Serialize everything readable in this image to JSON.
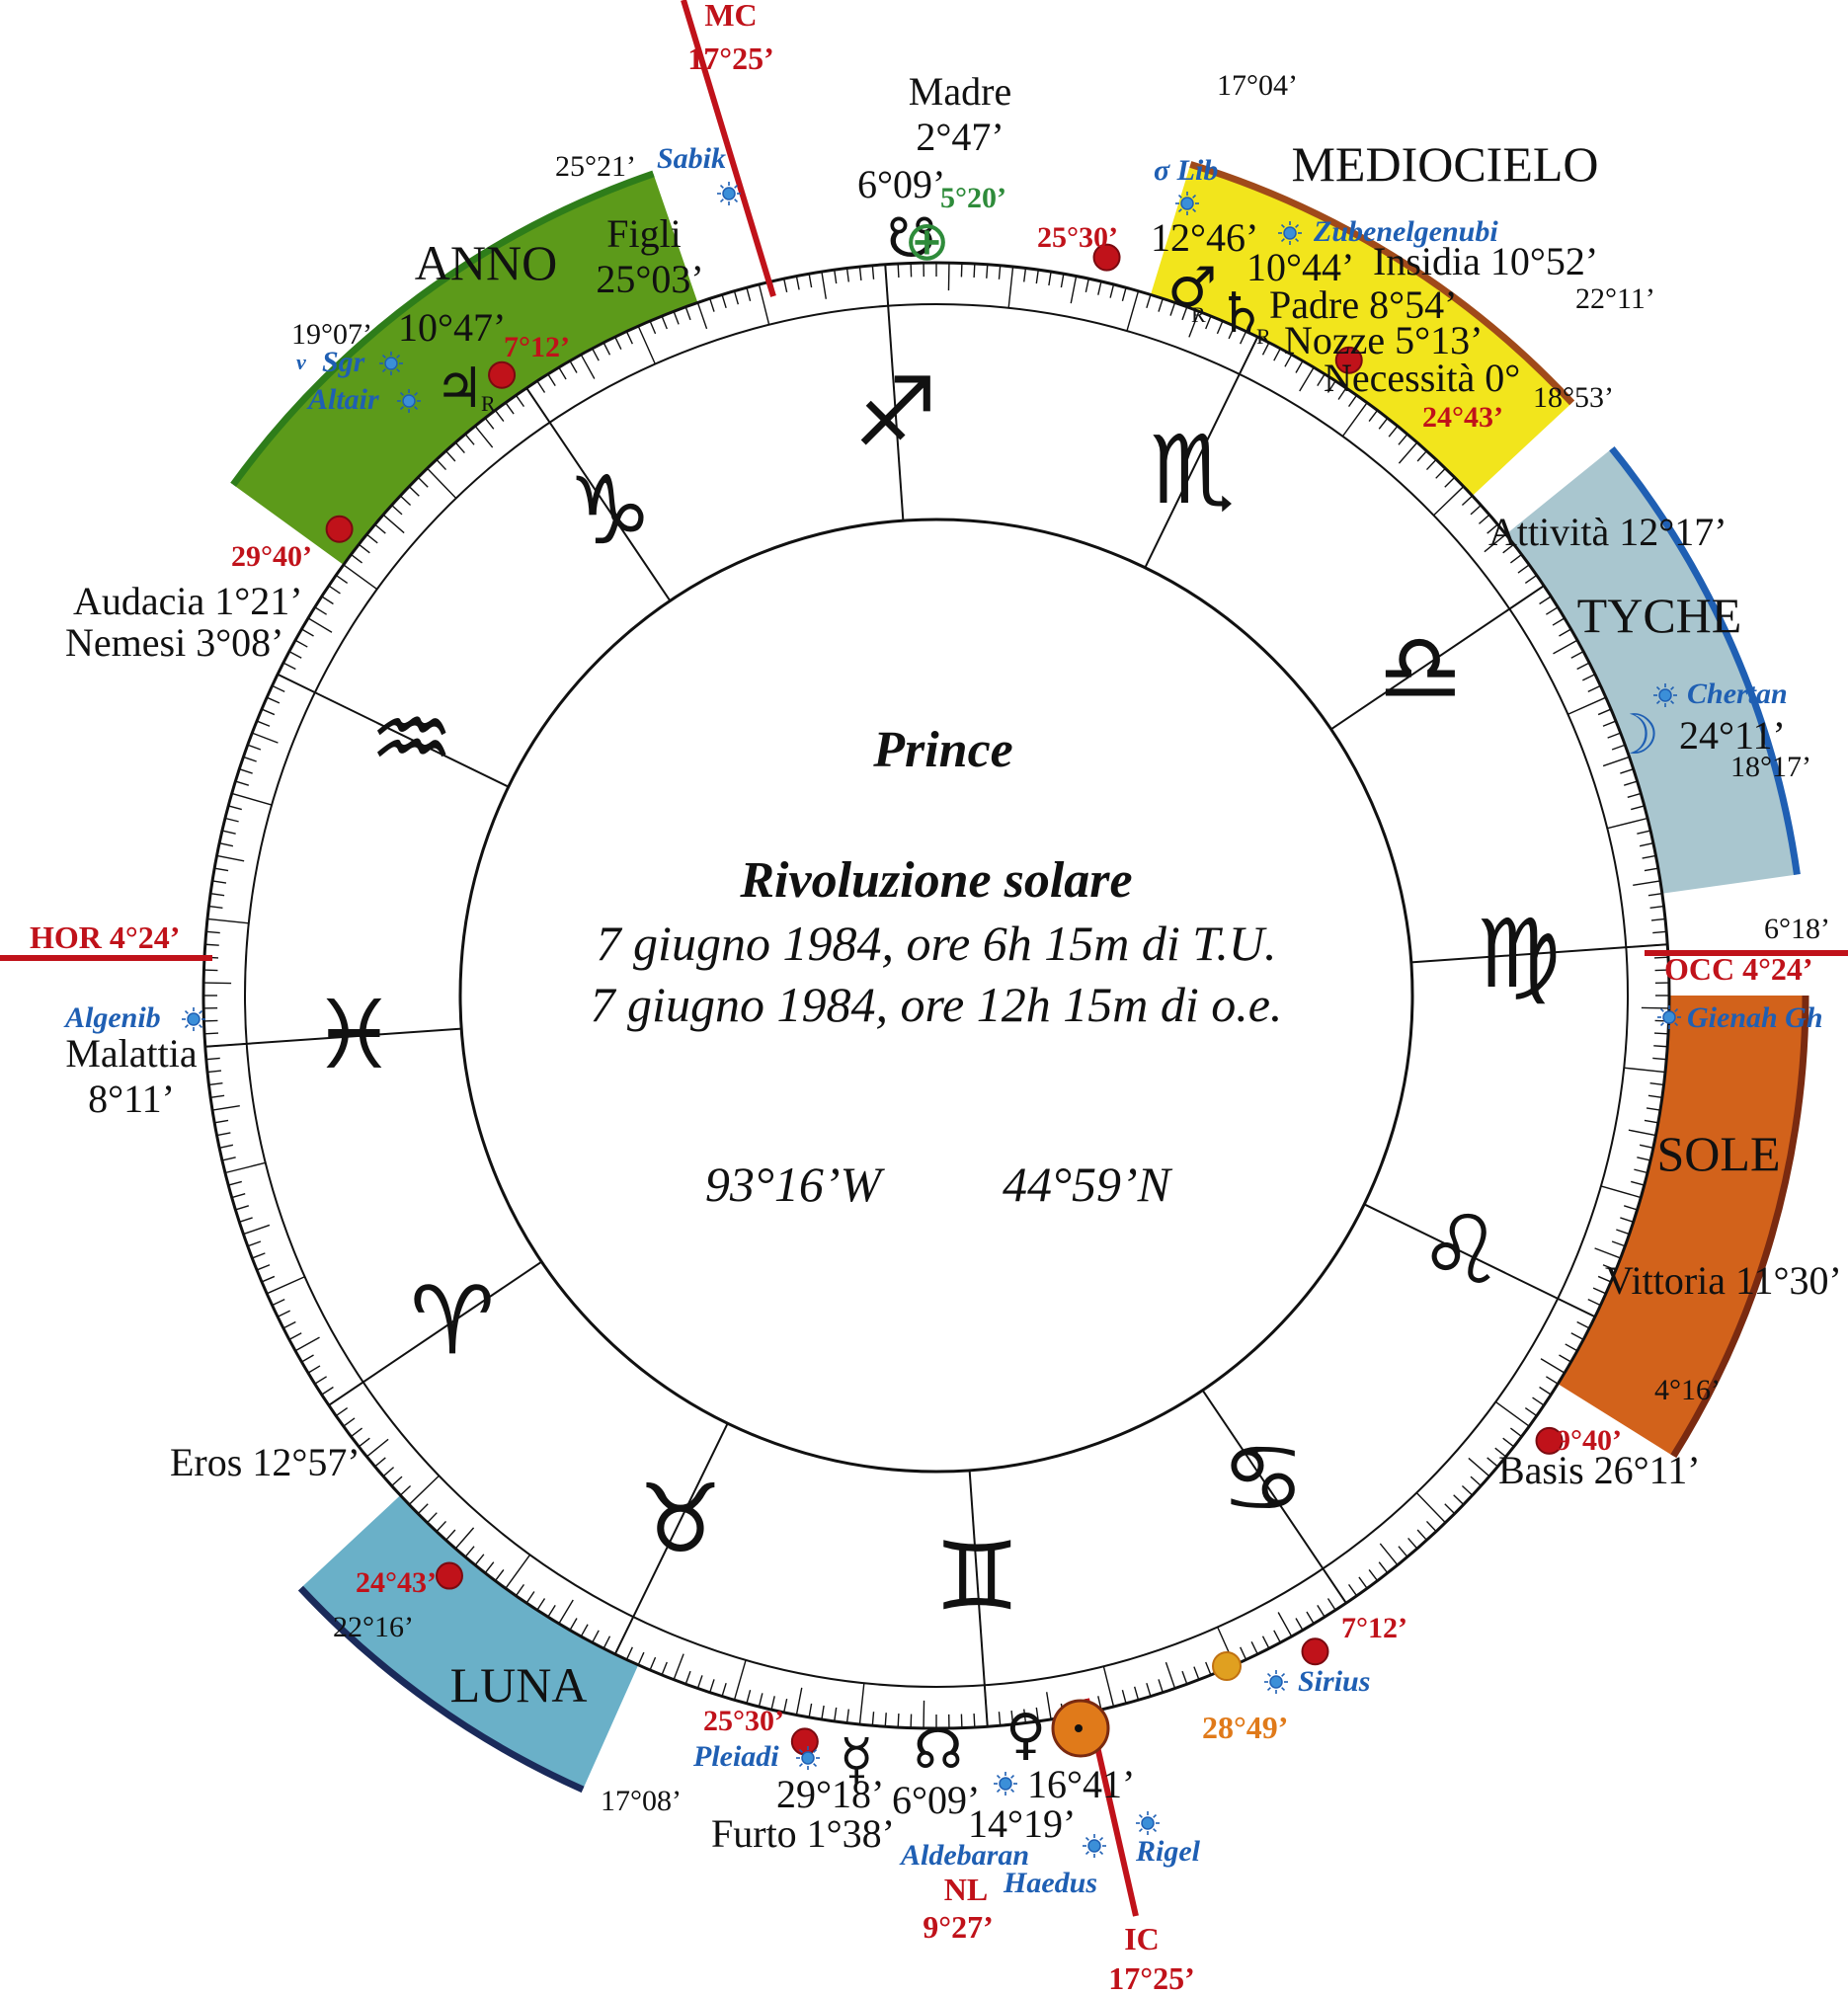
{
  "center": {
    "name": "Prince",
    "chart_type": "Rivoluzione solare",
    "date_ut": "7 giugno 1984, ore 6h 15m di T.U.",
    "date_local": "7 giugno 1984, ore 12h 15m di o.e.",
    "longitude": "93°16’W",
    "latitude": "44°59’N"
  },
  "axes": {
    "mc": {
      "label": "MC",
      "degree": "17°25’"
    },
    "ic": {
      "label": "IC",
      "degree": "17°25’"
    },
    "hor": {
      "label": "HOR 4°24’"
    },
    "occ": {
      "label": "OCC 4°24’"
    }
  },
  "sectors": {
    "anno": {
      "name": "ANNO",
      "color": "#5c9a1a",
      "edge": "#2e7d1a",
      "deg_start": "19°07’",
      "deg_end": "25°21’"
    },
    "mediocielo": {
      "name": "MEDIOCIELO",
      "color": "#f2e51c",
      "edge": "#a04a1a",
      "deg_start": "17°04’",
      "deg_end": "22°11’"
    },
    "tyche": {
      "name": "TYCHE",
      "color": "#a9c6cf",
      "edge": "#1f5fb3",
      "deg_start": "18°53’",
      "deg_end": "18°17’"
    },
    "sole": {
      "name": "SOLE",
      "color": "#d2621b",
      "edge": "#7a2a10",
      "deg_start": "6°18’",
      "deg_end": "4°16’"
    },
    "luna": {
      "name": "LUNA",
      "color": "#6ab0c8",
      "edge": "#1a2a5a",
      "deg_start": "22°16’",
      "deg_end": "17°08’"
    }
  },
  "zodiac": [
    {
      "name": "sagittarius",
      "glyph": "♐"
    },
    {
      "name": "scorpio",
      "glyph": "♏"
    },
    {
      "name": "libra",
      "glyph": "♎"
    },
    {
      "name": "virgo",
      "glyph": "♍"
    },
    {
      "name": "leo",
      "glyph": "♌"
    },
    {
      "name": "cancer",
      "glyph": "♋"
    },
    {
      "name": "gemini",
      "glyph": "♊"
    },
    {
      "name": "taurus",
      "glyph": "♉"
    },
    {
      "name": "aries",
      "glyph": "♈"
    },
    {
      "name": "pisces",
      "glyph": "♓"
    },
    {
      "name": "aquarius",
      "glyph": "♒"
    },
    {
      "name": "capricorn",
      "glyph": "♑"
    }
  ],
  "red_markers": {
    "m1": "25°30’",
    "m2": "24°43’",
    "m3": "7°12’",
    "m4": "29°40’",
    "m5": "29°40’",
    "m6": "7°12’",
    "m7": "24°43’",
    "m8": "25°30’"
  },
  "lots": {
    "madre": "Madre",
    "madre_deg": "2°47’",
    "figli": "Figli",
    "figli_deg": "25°03’",
    "insidia": "Insidia 10°52’",
    "padre": "Padre 8°54’",
    "nozze": "Nozze 5°13’",
    "necessita": "Necessità 0°",
    "attivita": "Attività 12°17’",
    "audacia": "Audacia 1°21’",
    "nemesi": "Nemesi 3°08’",
    "malattia": "Malattia",
    "malattia_deg": "8°11’",
    "vittoria": "Vittoria 11°30’",
    "basis": "Basis 26°11’",
    "eros": "Eros 12°57’",
    "furto": "Furto 1°38’"
  },
  "planets": {
    "node_top": {
      "glyph": "☋",
      "deg": "6°09’"
    },
    "earth": {
      "glyph": "⊕",
      "deg": "5°20’",
      "color": "#2e8b3a"
    },
    "jupiter": {
      "glyph": "♃",
      "deg": "10°47’",
      "retro": "R"
    },
    "mars": {
      "glyph": "♂",
      "deg": "12°46’",
      "retro": "R"
    },
    "saturn": {
      "glyph": "♄",
      "deg": "10°44’",
      "retro": "R"
    },
    "moon": {
      "glyph": "☽",
      "deg": "24°11’"
    },
    "mercury": {
      "glyph": "☿",
      "deg": "29°18’"
    },
    "node_bottom": {
      "glyph": "☊",
      "deg": "6°09’"
    },
    "venus": {
      "glyph": "♀",
      "deg": "16°41’"
    },
    "venus_star_deg": "14°19’",
    "sun": {
      "glyph": "☉",
      "deg": "28°49’",
      "color": "#e07a1a"
    },
    "nl": {
      "label": "NL",
      "deg": "9°27’"
    }
  },
  "stars": {
    "sabik": "Sabik",
    "sigma_lib": "σ Lib",
    "zubenelgenubi": "Zubenelgenubi",
    "nu_sgr": "ν",
    "sgr": "Sgr",
    "altair": "Altair",
    "chertan": "Chertan",
    "algenib": "Algenib",
    "gienah": "Gienah Gh",
    "sirius": "Sirius",
    "pleiadi": "Pleiadi",
    "aldebaran": "Aldebaran",
    "haedus": "Haedus",
    "rigel": "Rigel"
  }
}
